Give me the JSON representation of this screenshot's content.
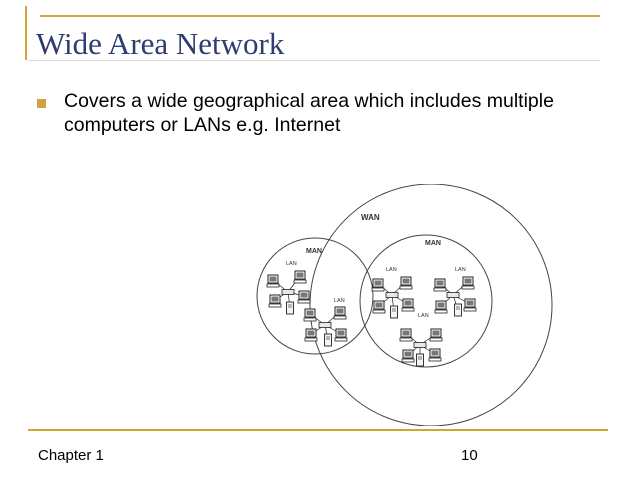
{
  "slide": {
    "title": "Wide Area Network",
    "bullet": "Covers a wide geographical area which includes multiple computers or LANs e.g. Internet"
  },
  "diagram": {
    "wan_label": "WAN",
    "man_left_label": "MAN",
    "man_right_label": "MAN",
    "lan_label": "LAN"
  },
  "footer": {
    "chapter": "Chapter 1",
    "page": "10"
  },
  "colors": {
    "accent": "#d4a23a",
    "title": "#2f3c72"
  }
}
